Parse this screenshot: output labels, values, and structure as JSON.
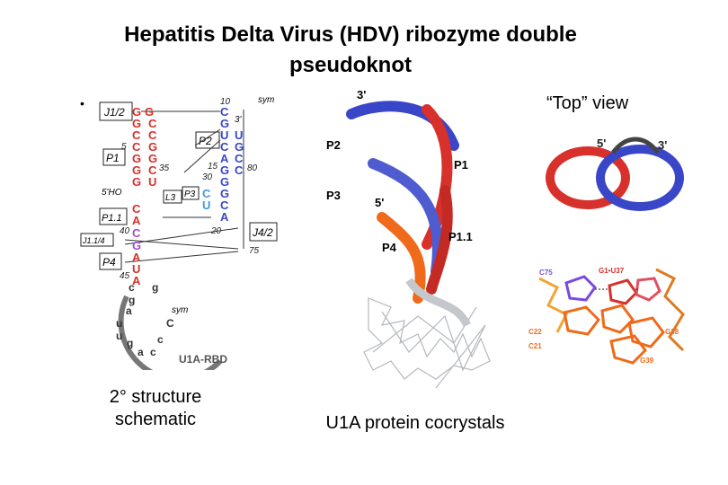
{
  "title": {
    "line1": "Hepatitis Delta Virus (HDV) ribozyme double",
    "line2": "pseudoknot"
  },
  "top_view_label": "“Top” view",
  "captions": {
    "schematic_line1": "2° structure",
    "schematic_line2": "schematic",
    "cocrystal": "U1A protein cocrystals"
  },
  "schematic": {
    "bullet": "•",
    "region_labels": {
      "j12": "J1/2",
      "p1": "P1",
      "p2": "P2",
      "p3": "P3",
      "l3": "L3",
      "p11": "P1.1",
      "j14": "J1.1/4",
      "j42": "J4/2",
      "p4": "P4"
    },
    "numbers": {
      "n10": "10",
      "n5": "5",
      "n15": "15",
      "n30": "30",
      "n35": "35",
      "n80": "80",
      "n40": "40",
      "n20": "20",
      "n75": "75",
      "n45": "45"
    },
    "ends": {
      "five_prime_ho": "5'HO",
      "three_prime": "3'",
      "sym_top": "sym",
      "sym_loop": "sym"
    },
    "u1a_rbd": "U1A-RBD",
    "left_strand": [
      "G",
      "G",
      "C",
      "C",
      "G",
      "G",
      "G",
      "C",
      "A",
      "C",
      "G",
      "A",
      "U",
      "A",
      "G"
    ],
    "middle_strand": [
      "C",
      "C",
      "G",
      "G",
      "C",
      "U"
    ],
    "right_strand": [
      "C",
      "G",
      "U",
      "C",
      "A",
      "G",
      "G",
      "G",
      "C",
      "A",
      "U",
      "G",
      "C",
      "C",
      "C",
      "U"
    ],
    "loop_bases": [
      "c",
      "g",
      "a",
      "g",
      "C",
      "u",
      "u",
      "g",
      "c",
      "a",
      "c"
    ]
  },
  "labels3d": {
    "three_prime": "3'",
    "five_prime": "5'",
    "p2": "P2",
    "p1": "P1",
    "p3": "P3",
    "p4": "P4",
    "p11": "P1.1"
  },
  "top_view": {
    "five_prime": "5'",
    "three_prime": "3'"
  },
  "interaction": {
    "c75": "C75",
    "g1u37": "G1•U37",
    "c22": "C22",
    "c21": "C21",
    "g38": "G38",
    "g39": "G39"
  },
  "colors": {
    "red": "#d8302a",
    "blue": "#3a46c8",
    "orange": "#ef6a1a",
    "gray": "#b4b8bc",
    "purple": "#9a4fd0"
  }
}
